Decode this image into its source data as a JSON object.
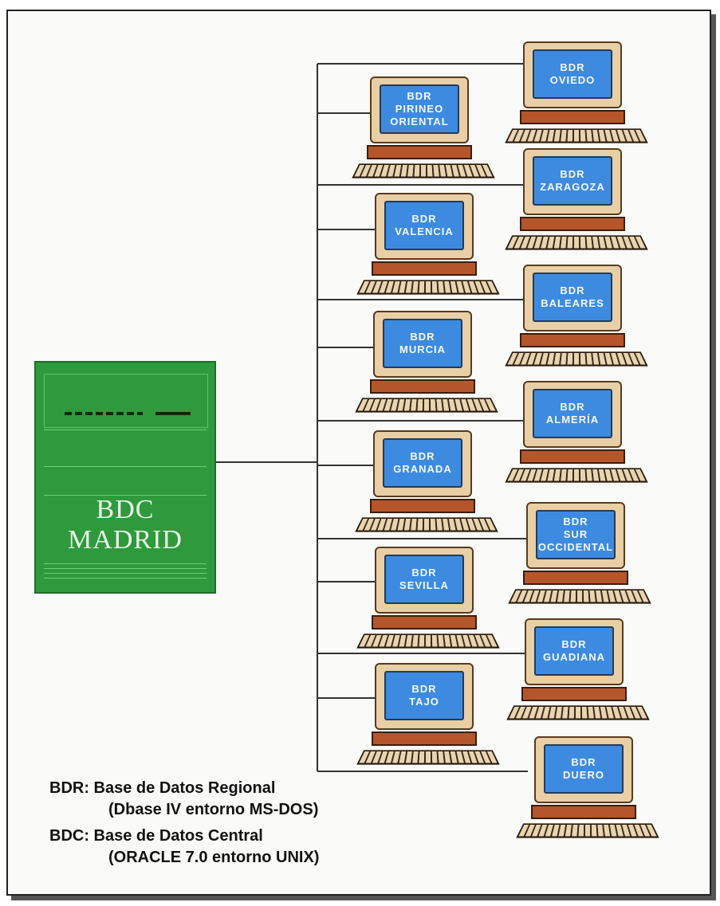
{
  "server": {
    "line1": "BDC",
    "line2": "MADRID"
  },
  "terminals": [
    {
      "id": "oviedo",
      "lines": [
        "BDR",
        "OVIEDO"
      ]
    },
    {
      "id": "pirineo",
      "lines": [
        "BDR",
        "PIRINEO",
        "ORIENTAL"
      ]
    },
    {
      "id": "zaragoza",
      "lines": [
        "BDR",
        "ZARAGOZA"
      ]
    },
    {
      "id": "valencia",
      "lines": [
        "BDR",
        "VALENCIA"
      ]
    },
    {
      "id": "baleares",
      "lines": [
        "BDR",
        "BALEARES"
      ]
    },
    {
      "id": "murcia",
      "lines": [
        "BDR",
        "MURCIA"
      ]
    },
    {
      "id": "almeria",
      "lines": [
        "BDR",
        "ALMERÍA"
      ]
    },
    {
      "id": "granada",
      "lines": [
        "BDR",
        "GRANADA"
      ]
    },
    {
      "id": "sur-occidental",
      "lines": [
        "BDR",
        "SUR",
        "OCCIDENTAL"
      ]
    },
    {
      "id": "sevilla",
      "lines": [
        "BDR",
        "SEVILLA"
      ]
    },
    {
      "id": "guadiana",
      "lines": [
        "BDR",
        "GUADIANA"
      ]
    },
    {
      "id": "tajo",
      "lines": [
        "BDR",
        "TAJO"
      ]
    },
    {
      "id": "duero",
      "lines": [
        "BDR",
        "DUERO"
      ]
    }
  ],
  "legend": {
    "bdr_term": "BDR: Base de Datos Regional",
    "bdr_detail": "(Dbase IV entorno MS-DOS)",
    "bdc_term": "BDC: Base de Datos Central",
    "bdc_detail": "(ORACLE  7.0 entorno UNIX)"
  },
  "colors": {
    "server": "#2e9a3c",
    "screen": "#3d8be0",
    "monitor": "#e8cfa6",
    "base": "#b5562a"
  }
}
